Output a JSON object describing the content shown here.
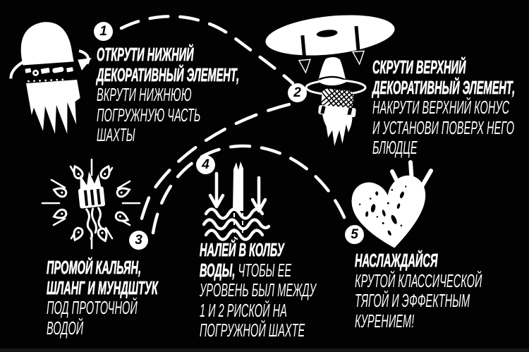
{
  "poster": {
    "language": "ru",
    "background_color": "#020202",
    "text_color": "#ffffff",
    "accent_color": "#ffffff",
    "connectors": [
      "step1-to-step2-dashed-arc",
      "step2-to-step3-dashed-arc",
      "step3-to-step5-dashed-arc"
    ]
  },
  "steps": [
    {
      "number": "1",
      "illustration": "shaft-bottom-piece-with-rotation-arrow",
      "bold_lines": [
        "ОТКРУТИ НИЖНИЙ",
        "ДЕКОРАТИВНЫЙ ЭЛЕМЕНТ,"
      ],
      "light_lines": [
        "ВКРУТИ НИЖНЮЮ",
        "ПОГРУЖНУЮ ЧАСТЬ",
        "ШАХТЫ"
      ]
    },
    {
      "number": "2",
      "illustration": "saucer-cone-and-shaft-assembly",
      "bold_lines": [
        "СКРУТИ ВЕРХНИЙ",
        "ДЕКОРАТИВНЫЙ ЭЛЕМЕНТ,"
      ],
      "light_lines": [
        "НАКРУТИ ВЕРХНИЙ КОНУС",
        "И УСТАНОВИ ПОВЕРХ НЕГО",
        "БЛЮДЦЕ"
      ]
    },
    {
      "number": "3",
      "illustration": "rinse-splash-burst",
      "bold_lines": [
        "ПРОМОЙ КАЛЬЯН,",
        "ШЛАНГ И МУНДШТУК"
      ],
      "light_lines": [
        "ПОД ПРОТОЧНОЙ",
        "ВОДОЙ"
      ]
    },
    {
      "number": "4",
      "illustration": "shaft-in-water-with-arrows",
      "bold_lines": [
        "НАЛЕЙ В КОЛБУ"
      ],
      "mixed_line": {
        "bold": "ВОДЫ,",
        "light": "ЧТОБЫ ЕЕ"
      },
      "light_lines": [
        "УРОВЕНЬ БЫЛ МЕЖДУ",
        "1 И 2 РИСКОЙ НА",
        "ПОГРУЖНОЙ ШАХТЕ"
      ]
    },
    {
      "number": "5",
      "illustration": "grunge-heart-with-emphasis-strokes",
      "bold_lines": [
        "НАСЛАЖДАЙСЯ"
      ],
      "light_lines": [
        "КРУТОЙ КЛАССИЧЕСКОЙ",
        "ТЯГОЙ И ЭФФЕКТНЫМ",
        "КУРЕНИЕМ!"
      ]
    }
  ]
}
